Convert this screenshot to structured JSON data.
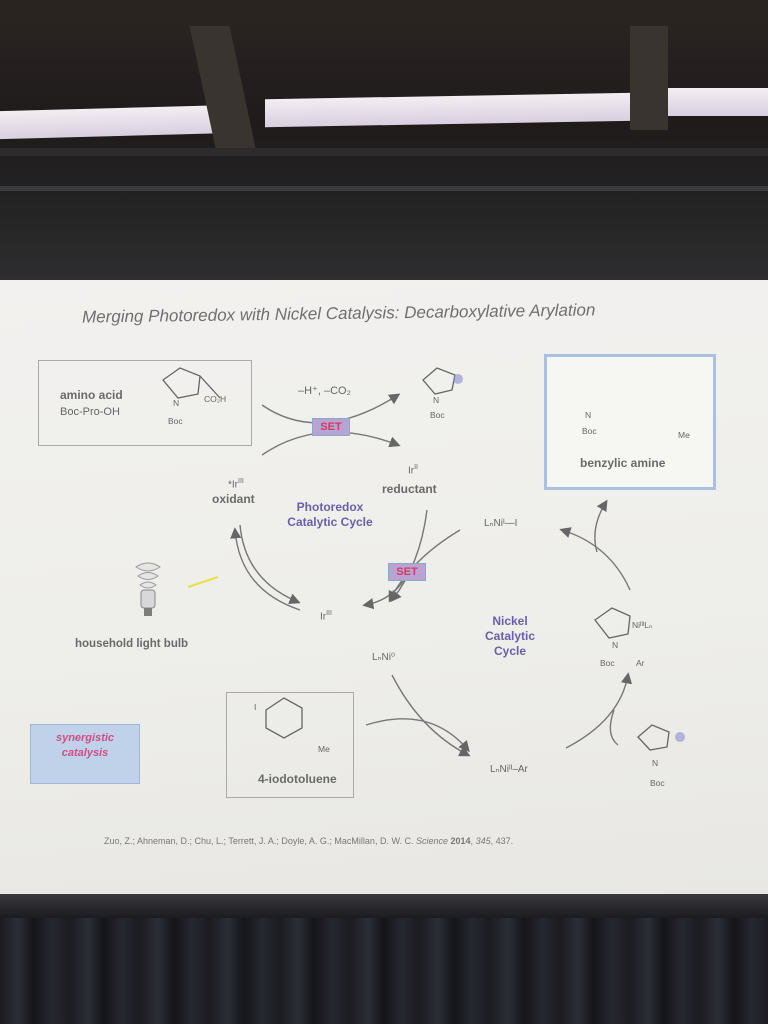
{
  "slide": {
    "title": "Merging Photoredox with Nickel Catalysis: Decarboxylative Arylation",
    "amino_acid_label": "amino acid",
    "amino_acid_name": "Boc-Pro-OH",
    "co2h": "CO₂H",
    "n": "N",
    "boc": "Boc",
    "deprot": "–H⁺, –CO₂",
    "set": "SET",
    "ir3_excited": "*Ir",
    "ir3_excited_sup": "III",
    "oxidant": "oxidant",
    "ir2": "Ir",
    "ir2_sup": "II",
    "reductant": "reductant",
    "photoredox_cycle": "Photoredox Catalytic Cycle",
    "ir3": "Ir",
    "ir3_sup": "III",
    "light_bulb": "household light bulb",
    "lnni0": "LₙNi⁰",
    "lnni1": "LₙNiᴵ—I",
    "nickel_cycle": "Nickel Catalytic Cycle",
    "ni3_complex": "NiᴵᴵᴵLₙ",
    "ar": "Ar",
    "lnni2ar": "LₙNiᴵᴵ–Ar",
    "iodotoluene": "4-iodotoluene",
    "me": "Me",
    "i": "I",
    "benzylic_amine": "benzylic amine",
    "synergistic": "synergistic catalysis",
    "citation_authors": "Zuo, Z.; Ahneman, D.; Chu, L.; Terrett, J. A.; Doyle, A. G.; MacMillan, D. W. C.",
    "citation_journal": "Science",
    "citation_year": "2014",
    "citation_volume": "345",
    "citation_page": "437."
  }
}
